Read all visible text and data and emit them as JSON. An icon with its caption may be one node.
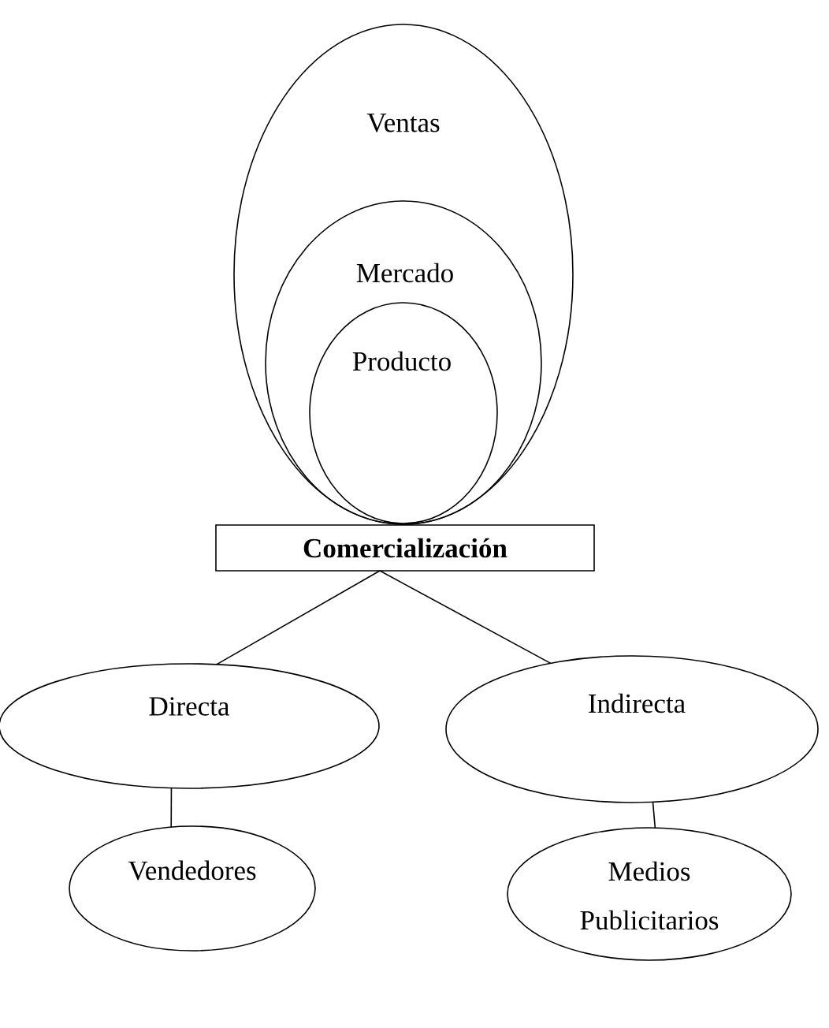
{
  "diagram": {
    "nodes": [
      {
        "text": [
          "Ventas"
        ]
      },
      {
        "text": [
          "Mercado"
        ],
        "in": 0
      },
      {
        "text": [
          "Producto"
        ],
        "in": 1
      },
      {
        "text": [
          "Comercialización"
        ]
      },
      {
        "text": [
          "Directa"
        ]
      },
      {
        "text": [
          "Indirecta"
        ]
      },
      {
        "text": [
          "Vendedores"
        ]
      },
      {
        "text": [
          "Medios Publicitarios"
        ]
      }
    ],
    "edges": [
      {
        "from": 3,
        "to": 4,
        "arrow": "none"
      },
      {
        "from": 3,
        "to": 5,
        "arrow": "none"
      },
      {
        "from": 4,
        "to": 6,
        "arrow": "none"
      },
      {
        "from": 5,
        "to": 7,
        "arrow": "none"
      }
    ]
  }
}
